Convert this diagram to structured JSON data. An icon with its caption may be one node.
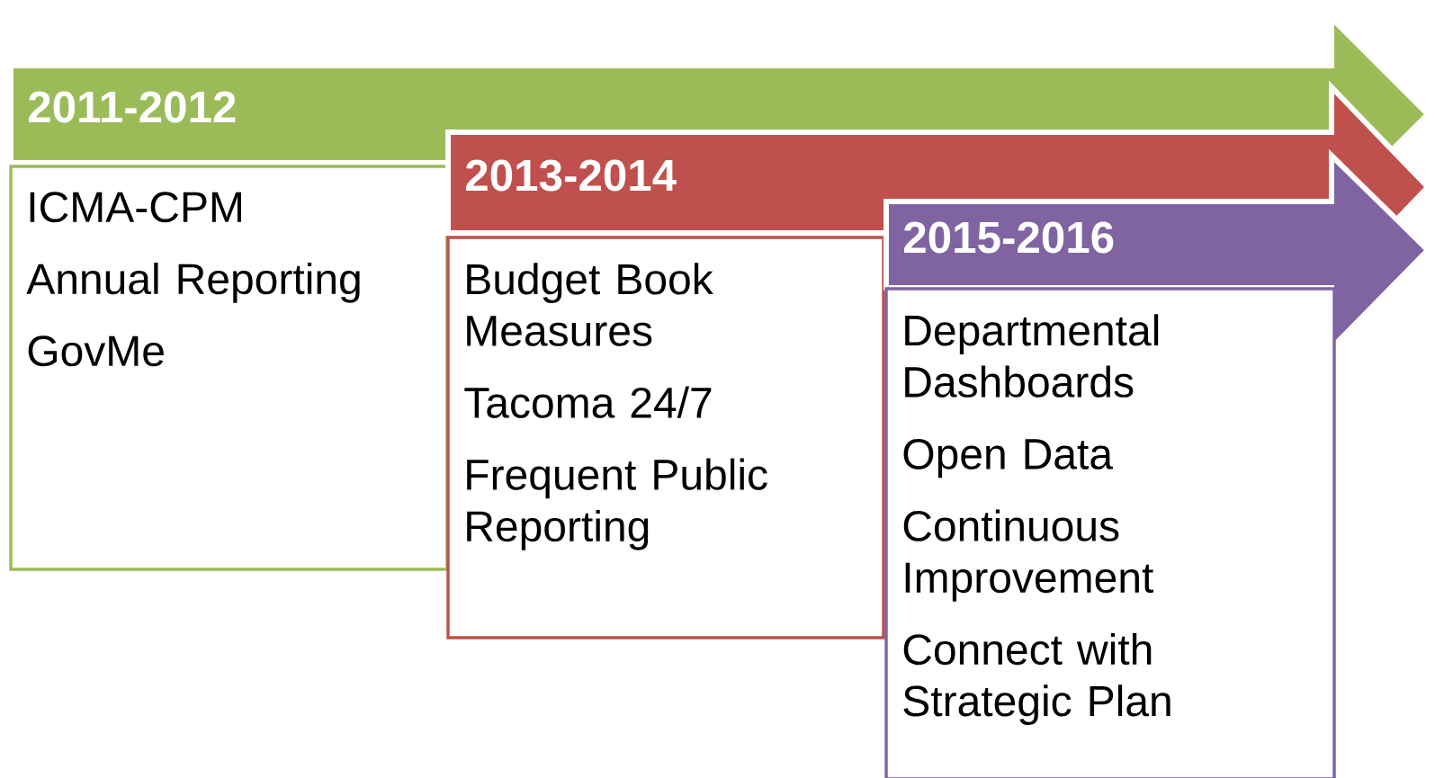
{
  "diagram": {
    "nodes": [
      {
        "text": [
          "2011-2012"
        ]
      },
      {
        "text": [
          "ICMA-CPM",
          "Annual Reporting",
          "GovMe"
        ]
      },
      {
        "text": [
          "2013-2014"
        ]
      },
      {
        "text": [
          "Budget Book Measures",
          "Tacoma 24/7",
          "Frequent Public Reporting"
        ]
      },
      {
        "text": [
          "2015-2016"
        ]
      },
      {
        "text": [
          "Departmental Dashboards",
          "Open Data",
          "Continuous Improvement",
          "Connect with Strategic Plan"
        ]
      }
    ]
  }
}
